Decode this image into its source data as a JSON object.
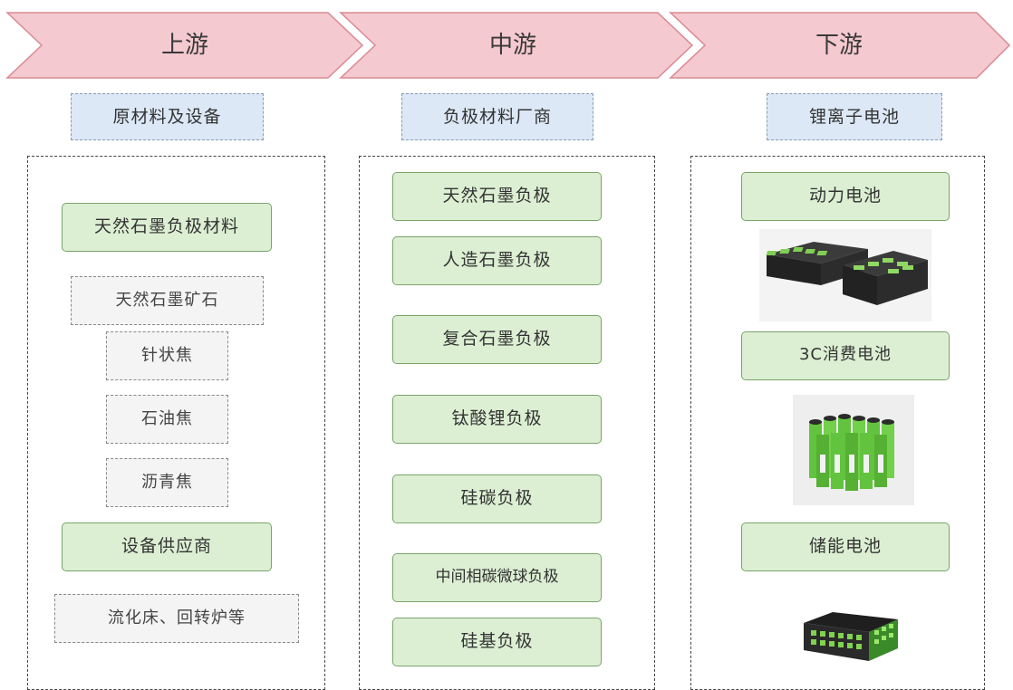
{
  "columns": [
    {
      "stage": "上游",
      "category": "原材料及设备",
      "items": [
        {
          "label": "天然石墨负极材料",
          "style": "green"
        },
        {
          "label": "天然石墨矿石",
          "style": "gray"
        },
        {
          "label": "针状焦",
          "style": "gray"
        },
        {
          "label": "石油焦",
          "style": "gray"
        },
        {
          "label": "沥青焦",
          "style": "gray"
        },
        {
          "label": "设备供应商",
          "style": "green"
        },
        {
          "label": "流化床、回转炉等",
          "style": "gray"
        }
      ]
    },
    {
      "stage": "中游",
      "category": "负极材料厂商",
      "items": [
        {
          "label": "天然石墨负极",
          "style": "green"
        },
        {
          "label": "人造石墨负极",
          "style": "green"
        },
        {
          "label": "复合石墨负极",
          "style": "green"
        },
        {
          "label": "钛酸锂负极",
          "style": "green"
        },
        {
          "label": "硅碳负极",
          "style": "green"
        },
        {
          "label": "中间相碳微球负极",
          "style": "green"
        },
        {
          "label": "硅基负极",
          "style": "green"
        }
      ]
    },
    {
      "stage": "下游",
      "category": "锂离子电池",
      "items": [
        {
          "label": "动力电池",
          "style": "green",
          "image": "power-battery-pack-image"
        },
        {
          "label": "3C消费电池",
          "style": "green",
          "image": "cylindrical-cells-image"
        },
        {
          "label": "储能电池",
          "style": "green",
          "image": "energy-storage-module-image"
        }
      ]
    }
  ],
  "colors": {
    "chevron_fill": "#f4c9cf",
    "chevron_stroke": "#d98a94",
    "category_fill": "#dce8f6",
    "green_fill": "#dcefd3",
    "green_border": "#7aa36a",
    "gray_fill": "#f4f4f4"
  }
}
